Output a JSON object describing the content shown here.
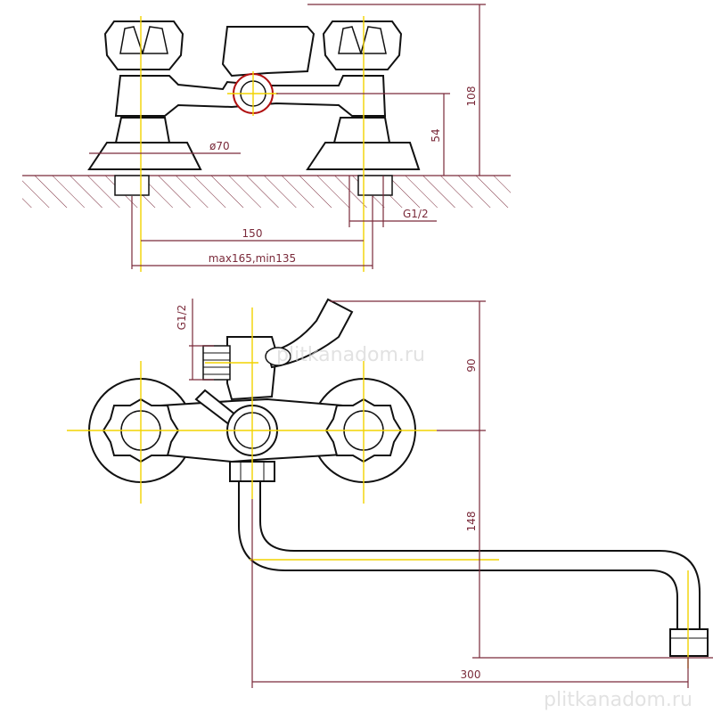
{
  "top_view": {
    "dim_height_total": "108",
    "dim_height_inlet": "54",
    "dim_flange": "ø70",
    "dim_thread": "G1/2",
    "dim_spacing": "150",
    "dim_range": "max165,min135"
  },
  "front_view": {
    "dim_thread": "G1/2",
    "dim_switch": "90",
    "dim_spout_height": "148",
    "dim_spout_length": "300"
  },
  "watermark": {
    "middle": "plitkanadom.ru",
    "bottom": "plitkanadom.ru"
  },
  "colors": {
    "outline": "#111111",
    "centerline": "#f2d300",
    "dimension": "#7a2a3a",
    "valve_outline": "#b01010"
  }
}
